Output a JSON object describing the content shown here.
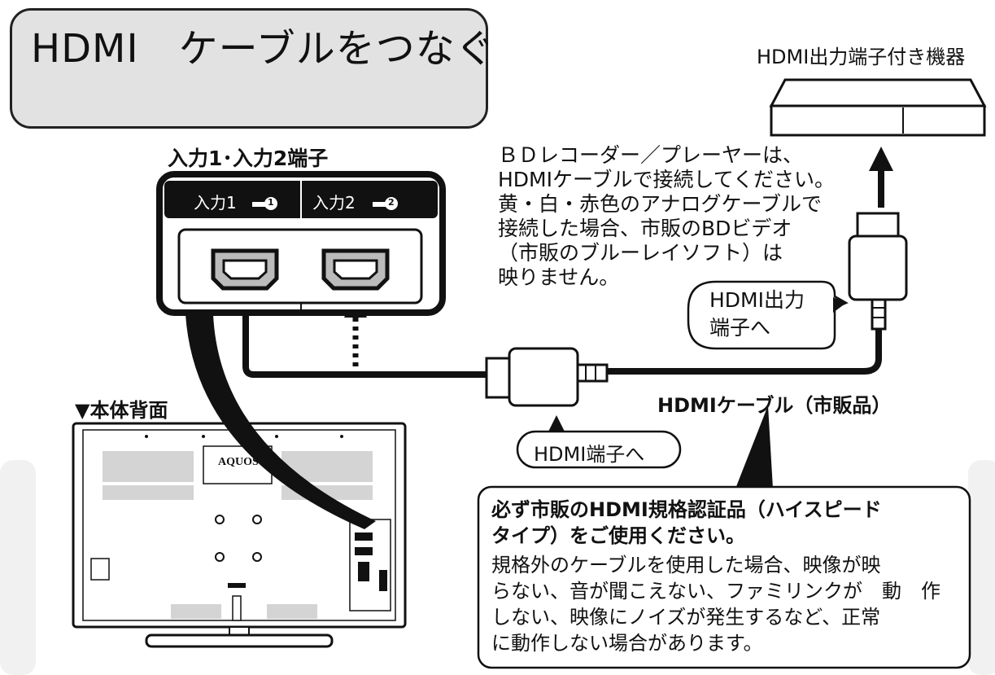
{
  "title": "HDMI　ケーブルをつなぐ",
  "device_label": "HDMI出力端子付き機器",
  "input_terminals_label": "入力1･入力2端子",
  "ports": [
    {
      "label": "入力1",
      "number": "1"
    },
    {
      "label": "入力2",
      "number": "2"
    }
  ],
  "note_lines": [
    "ＢＤレコーダー／プレーヤーは、",
    "HDMIケーブルで接続してください。",
    "黄・白・赤色のアナログケーブルで",
    "接続した場合、市販のBDビデオ",
    "（市販のブルーレイソフト）は",
    "映りません。"
  ],
  "hdmi_output_callout": [
    "HDMI出力",
    "端子へ"
  ],
  "hdmi_terminal_callout": "HDMI端子へ",
  "cable_label": "HDMIケーブル（市販品）",
  "rear_view_label": "▼本体背面",
  "tv_brand": "AQUOS",
  "warning": {
    "heading_lines": [
      "必ず市販のHDMI規格認証品（ハイスピード",
      "タイプ）をご使用ください。"
    ],
    "body_lines": [
      "規格外のケーブルを使用した場合、映像が映",
      "らない、音が聞こえない、ファミリンクが　動　作",
      "しない、映像にノイズが発生するなど、正常",
      "に動作しない場合があります。"
    ]
  },
  "colors": {
    "ink": "#111111",
    "panel_gray": "#e2e2e2",
    "tv_gray": "#d9d9d9"
  }
}
